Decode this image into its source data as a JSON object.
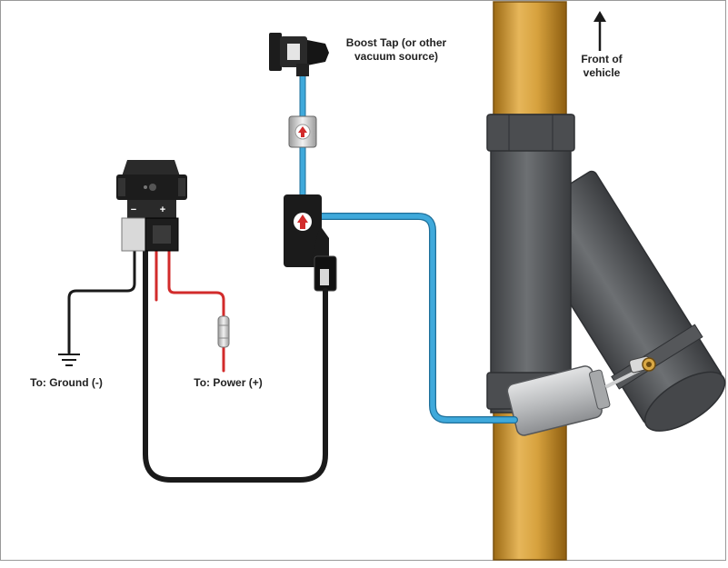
{
  "labels": {
    "boost_tap_line1": "Boost Tap (or other",
    "boost_tap_line2": "vacuum source)",
    "front_line1": "Front of",
    "front_line2": "vehicle",
    "ground": "To: Ground (-)",
    "power": "To: Power (+)",
    "switch_minus": "−",
    "switch_plus": "+"
  },
  "colors": {
    "exhaust_pipe": "#c8902a",
    "cutout_body": "#5a5c5e",
    "vacuum_hose": "#3fa9db",
    "ground_wire": "#1a1a1a",
    "power_wire": "#d22b2b",
    "actuator": "#bfc1c3"
  }
}
